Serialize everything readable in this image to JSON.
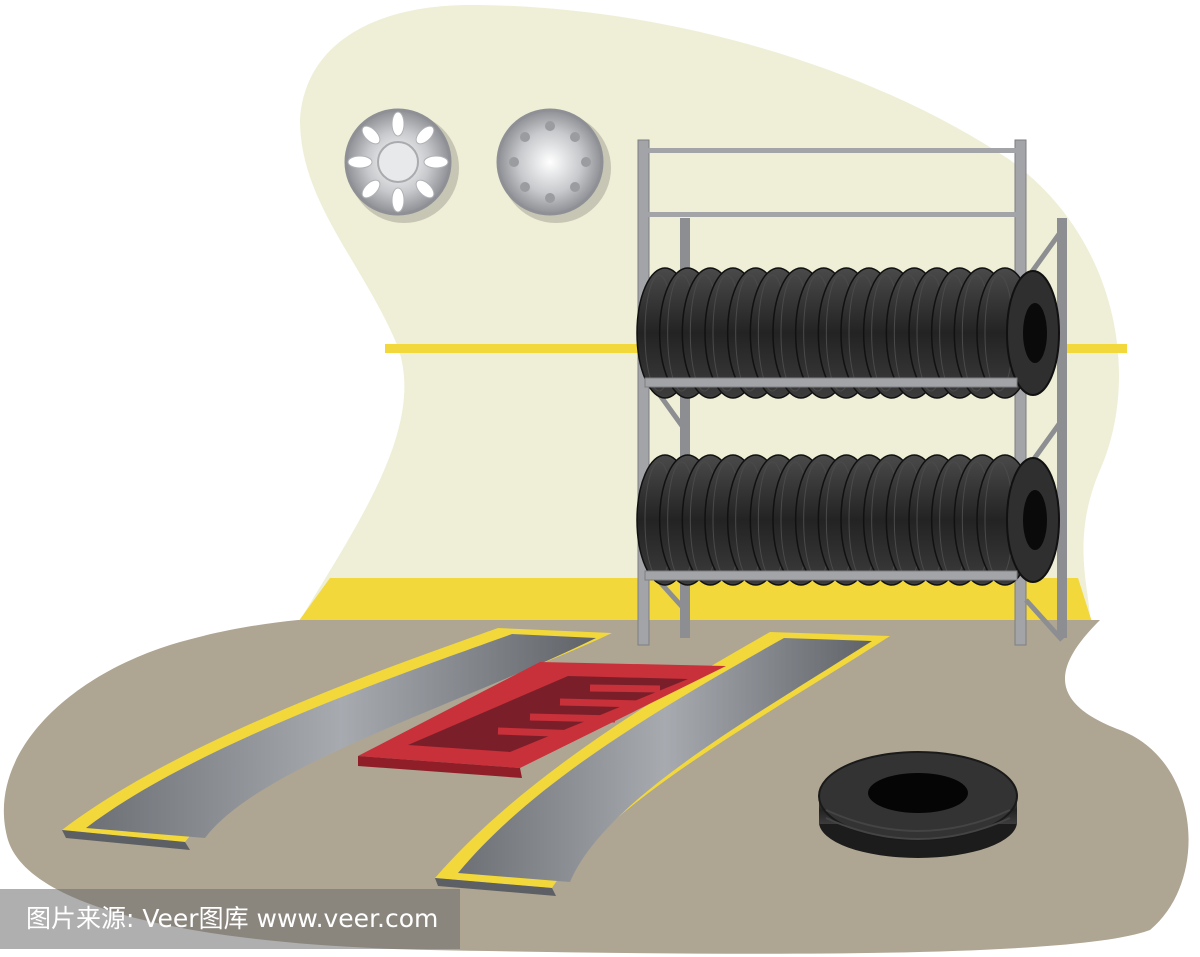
{
  "colors": {
    "wall": "#efefd7",
    "floor": "#aea592",
    "yellow": "#f2d83a",
    "rack": "#9a9b9e",
    "tire": "#2b2b2b",
    "ramp": "#7f8489",
    "lift_frame": "#c8303a"
  },
  "icons": [
    "hubcap-icon",
    "hubcap-icon",
    "tire-rack",
    "tire-icon",
    "car-ramp",
    "lift-frame"
  ],
  "watermark": {
    "text": "图片来源: Veer图库 www.veer.com"
  }
}
